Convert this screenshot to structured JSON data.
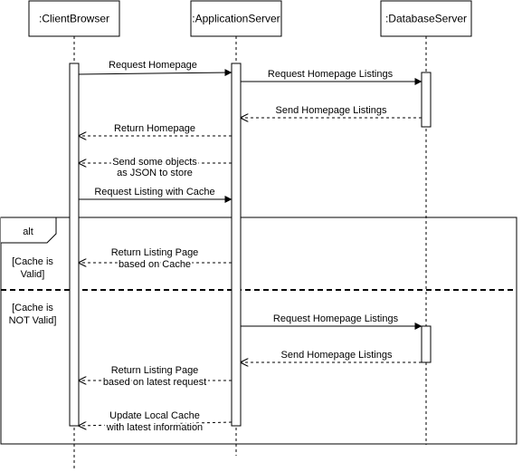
{
  "participants": [
    {
      "id": "client",
      "label": ":ClientBrowser"
    },
    {
      "id": "app",
      "label": ":ApplicationServer"
    },
    {
      "id": "db",
      "label": ":DatabaseServer"
    }
  ],
  "messages": [
    {
      "id": "m1",
      "from": "client",
      "to": "app",
      "style": "sync",
      "lines": [
        "Request Homepage"
      ]
    },
    {
      "id": "m2",
      "from": "app",
      "to": "db",
      "style": "sync",
      "lines": [
        "Request Homepage Listings"
      ]
    },
    {
      "id": "m3",
      "from": "db",
      "to": "app",
      "style": "return",
      "lines": [
        "Send Homepage Listings"
      ]
    },
    {
      "id": "m4",
      "from": "app",
      "to": "client",
      "style": "return",
      "lines": [
        "Return Homepage"
      ]
    },
    {
      "id": "m5",
      "from": "app",
      "to": "client",
      "style": "return",
      "lines": [
        "Send some objects",
        "as JSON to store"
      ]
    },
    {
      "id": "m6",
      "from": "client",
      "to": "app",
      "style": "sync",
      "lines": [
        "Request Listing with Cache"
      ]
    },
    {
      "id": "m7",
      "from": "app",
      "to": "client",
      "style": "return",
      "lines": [
        "Return Listing Page",
        "based on Cache"
      ]
    },
    {
      "id": "m8",
      "from": "app",
      "to": "db",
      "style": "sync",
      "lines": [
        "Request Homepage Listings"
      ]
    },
    {
      "id": "m9",
      "from": "db",
      "to": "app",
      "style": "return",
      "lines": [
        "Send Homepage Listings"
      ]
    },
    {
      "id": "m10",
      "from": "app",
      "to": "client",
      "style": "return",
      "lines": [
        "Return Listing Page",
        "based on latest request"
      ]
    },
    {
      "id": "m11",
      "from": "app",
      "to": "client",
      "style": "return",
      "lines": [
        "Update Local Cache",
        "with latest information"
      ]
    }
  ],
  "fragment": {
    "operator": "alt",
    "guards": [
      {
        "lines": [
          "[Cache is",
          "Valid]"
        ]
      },
      {
        "lines": [
          "[Cache is",
          "NOT Valid]"
        ]
      }
    ]
  }
}
